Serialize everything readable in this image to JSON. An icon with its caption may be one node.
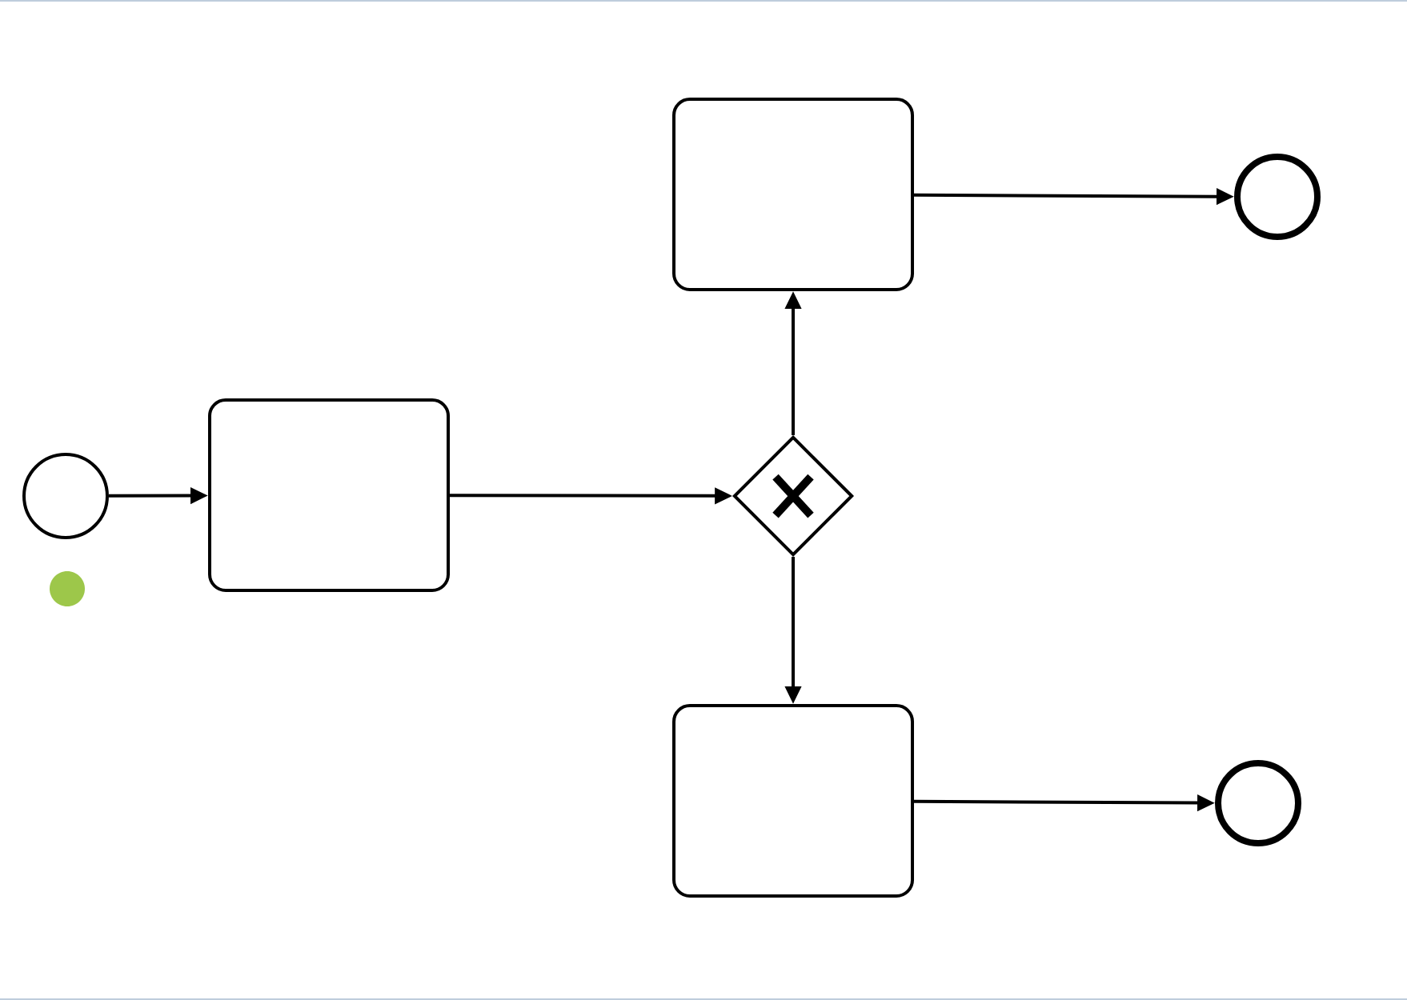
{
  "diagram": {
    "nodes": [
      {
        "text": [],
        "shape": "circle"
      },
      {
        "text": [],
        "shape": "box"
      },
      {
        "text": [],
        "shape": "diamond"
      },
      {
        "text": [],
        "shape": "box"
      },
      {
        "text": [],
        "shape": "circle"
      },
      {
        "text": [],
        "shape": "box"
      },
      {
        "text": [],
        "shape": "circle"
      }
    ],
    "edges": [
      {
        "from": 0,
        "to": 1,
        "arrow": "to"
      },
      {
        "from": 1,
        "to": 2,
        "arrow": "to"
      },
      {
        "from": 2,
        "to": 3,
        "arrow": "to"
      },
      {
        "from": 2,
        "to": 5,
        "arrow": "to"
      },
      {
        "from": 3,
        "to": 4,
        "arrow": "to"
      },
      {
        "from": 5,
        "to": 6,
        "arrow": "to"
      }
    ]
  }
}
